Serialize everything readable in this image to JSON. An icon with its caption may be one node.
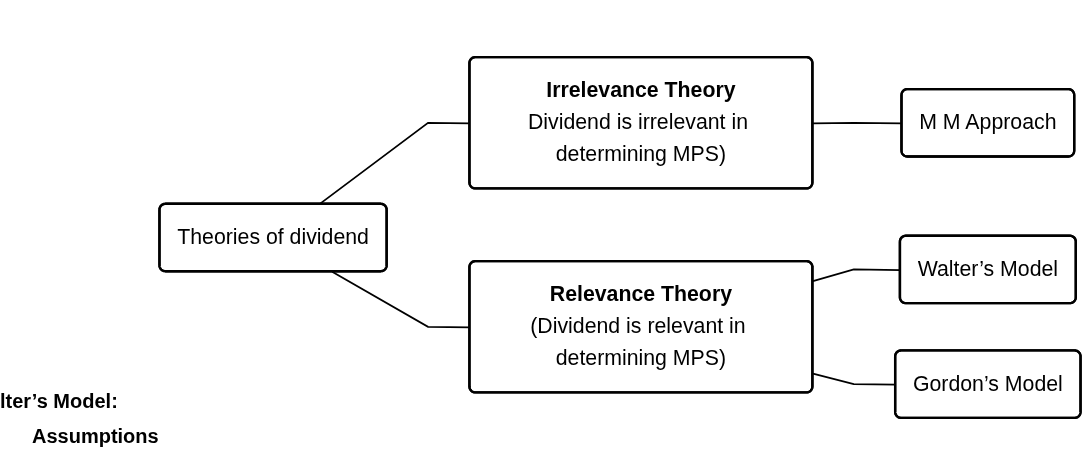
{
  "diagram": {
    "nodes": [
      {
        "text": [
          "Theories of dividend"
        ]
      },
      {
        "text": [
          "Irrelevance Theory",
          "Dividend is irrelevant in determining MPS)"
        ]
      },
      {
        "text": [
          "M M Approach"
        ]
      },
      {
        "text": [
          "Relevance Theory",
          "(Dividend is relevant in determining MPS)"
        ]
      },
      {
        "text": [
          "Walter’s Model"
        ]
      },
      {
        "text": [
          "Gordon’s Model"
        ]
      }
    ],
    "edges": [
      {
        "from": 0,
        "to": 1,
        "arrow": "none"
      },
      {
        "from": 0,
        "to": 3,
        "arrow": "none"
      },
      {
        "from": 1,
        "to": 2,
        "arrow": "none"
      },
      {
        "from": 3,
        "to": 4,
        "arrow": "none"
      },
      {
        "from": 3,
        "to": 5,
        "arrow": "none"
      }
    ],
    "labels": [
      "lter’s Model:",
      "Assumptions"
    ]
  }
}
